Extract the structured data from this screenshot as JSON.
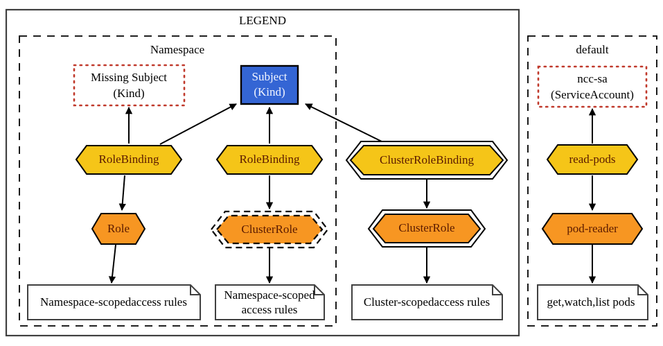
{
  "diagram": {
    "title": "Kubernetes RBAC legend diagram",
    "colors": {
      "gold": "#f5c518",
      "orange": "#f79622",
      "blue": "#3465d4",
      "missing_border": "#c0392b",
      "node_text": "#5a1a00",
      "blue_text": "#f2f5ff",
      "outline": "#404040",
      "line": "#000000"
    }
  },
  "legend_box": {
    "title": "LEGEND"
  },
  "namespace_cluster": {
    "title": "Namespace"
  },
  "default_cluster": {
    "title": "default"
  },
  "nodes": {
    "missing_subject": {
      "line1": "Missing Subject",
      "line2": "(Kind)",
      "shape": "dotted-rect"
    },
    "subject": {
      "line1": "Subject",
      "line2": "(Kind)",
      "shape": "filled-rect"
    },
    "rolebinding_left": {
      "label": "RoleBinding",
      "shape": "octagon"
    },
    "rolebinding_mid": {
      "label": "RoleBinding",
      "shape": "octagon"
    },
    "clusterrolebinding": {
      "label": "ClusterRoleBinding",
      "shape": "double-octagon"
    },
    "role": {
      "label": "Role",
      "shape": "octagon"
    },
    "clusterrole_dashed": {
      "label": "ClusterRole",
      "shape": "dashed-double-octagon"
    },
    "clusterrole_double": {
      "label": "ClusterRole",
      "shape": "double-octagon"
    },
    "note_left": {
      "label": "Namespace-scopedaccess rules",
      "shape": "note"
    },
    "note_mid_line1": {
      "label": "Namespace-scoped"
    },
    "note_mid_line2": {
      "label": "access rules"
    },
    "note_right": {
      "label": "Cluster-scopedaccess rules",
      "shape": "note"
    },
    "ncc_sa": {
      "line1": "ncc-sa",
      "line2": "(ServiceAccount)",
      "shape": "dotted-rect"
    },
    "read_pods": {
      "label": "read-pods",
      "shape": "octagon"
    },
    "pod_reader": {
      "label": "pod-reader",
      "shape": "octagon"
    },
    "note_default": {
      "label": "get,watch,list pods",
      "shape": "note"
    }
  },
  "edges": [
    {
      "from": "rolebinding_left",
      "to": "missing_subject"
    },
    {
      "from": "rolebinding_left",
      "to": "subject"
    },
    {
      "from": "rolebinding_mid",
      "to": "subject"
    },
    {
      "from": "clusterrolebinding",
      "to": "subject"
    },
    {
      "from": "rolebinding_left",
      "to": "role"
    },
    {
      "from": "rolebinding_mid",
      "to": "clusterrole_dashed"
    },
    {
      "from": "clusterrolebinding",
      "to": "clusterrole_double"
    },
    {
      "from": "role",
      "to": "note_left"
    },
    {
      "from": "clusterrole_dashed",
      "to": "note_mid"
    },
    {
      "from": "clusterrole_double",
      "to": "note_right"
    },
    {
      "from": "read_pods",
      "to": "ncc_sa"
    },
    {
      "from": "read_pods",
      "to": "pod_reader"
    },
    {
      "from": "pod_reader",
      "to": "note_default"
    }
  ]
}
